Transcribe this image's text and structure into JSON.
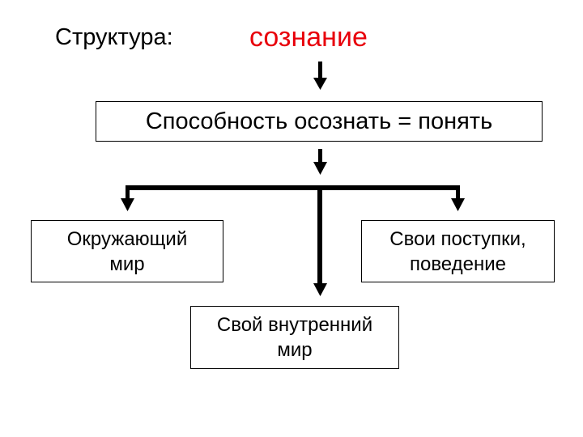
{
  "heading": {
    "label": "Структура:",
    "term": "сознание",
    "term_color": "#e8000b"
  },
  "main_box": {
    "text": "Способность осознать = понять"
  },
  "branches": {
    "left": {
      "line1": "Окружающий",
      "line2": "мир"
    },
    "right": {
      "line1": "Свои поступки,",
      "line2": "поведение"
    },
    "bottom": {
      "line1": "Свой внутренний",
      "line2": "мир"
    }
  }
}
